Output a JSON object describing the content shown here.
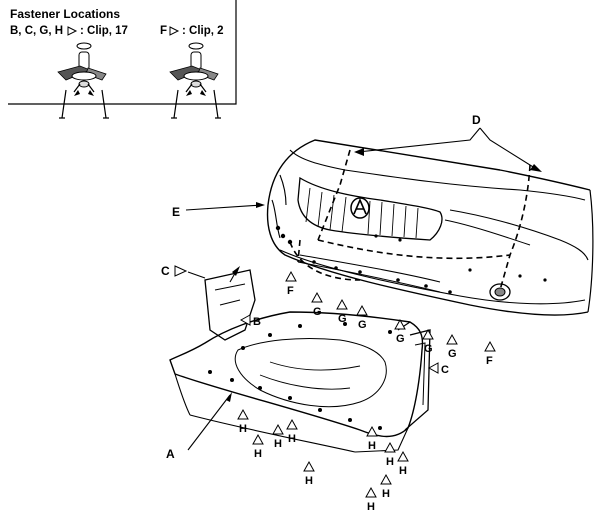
{
  "legend": {
    "title": "Fastener Locations",
    "clip17_label": "B, C, G, H",
    "clip17_value": ": Clip, 17",
    "clip2_label": "F",
    "clip2_value": ": Clip, 2"
  },
  "callouts": {
    "A": "A",
    "B": "B",
    "C": "C",
    "D": "D",
    "E": "E"
  },
  "fastener_tags": {
    "F": "F",
    "G": "G",
    "H": "H",
    "B": "B",
    "C": "C"
  },
  "icons": [
    "clip-icon",
    "triangle-marker-icon"
  ]
}
